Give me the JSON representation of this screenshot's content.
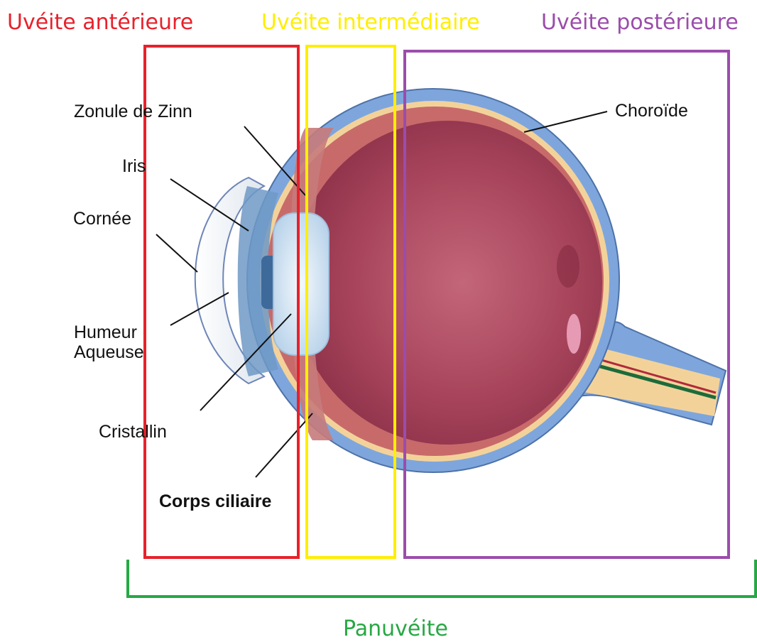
{
  "regions": {
    "anterior": {
      "title": "Uvéite antérieure",
      "color": "#e8212b"
    },
    "intermediate": {
      "title": "Uvéite intermédiaire",
      "color": "#ffee00"
    },
    "posterior": {
      "title": "Uvéite postérieure",
      "color": "#9b4dab"
    },
    "pan": {
      "title": "Panuvéite",
      "color": "#27a844"
    }
  },
  "labels": {
    "zonule": "Zonule de Zinn",
    "iris": "Iris",
    "cornea": "Cornée",
    "humeur_line1": "Humeur",
    "humeur_line2": "Aqueuse",
    "cristallin": "Cristallin",
    "corps_ciliaire": "Corps ciliaire",
    "choroide": "Choroïde"
  },
  "colors": {
    "sclera": "#7ea6dd",
    "choroid_layer": "#f3d29a",
    "vitreous": "#9e3a52",
    "lens": "#cfe3f4",
    "cornea_fill": "#eef2f7",
    "iris": "#6f99c6",
    "ciliary": "#c77b7b",
    "nerve_vessel": "#1d6b3a"
  }
}
